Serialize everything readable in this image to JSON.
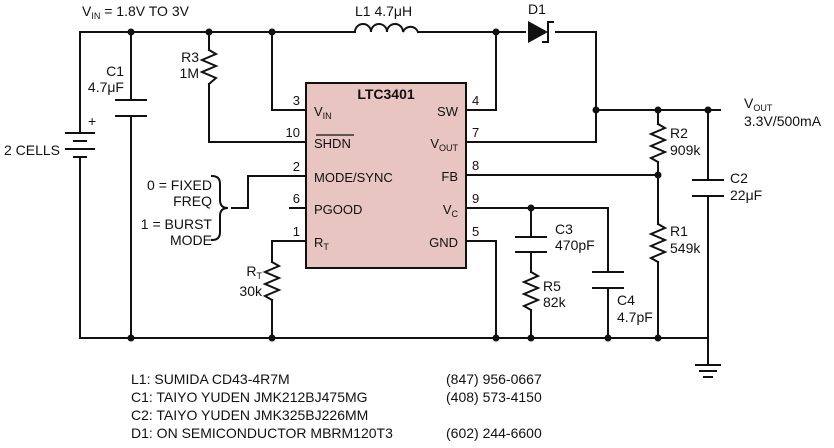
{
  "supply": {
    "vin_main": "V",
    "vin_sub": "IN",
    "vin_rest": " = 1.8V TO 3V"
  },
  "battery": {
    "label": "2 CELLS",
    "plus": "+"
  },
  "c1": {
    "name": "C1",
    "value": "4.7μF"
  },
  "r3": {
    "name": "R3",
    "value": "1M"
  },
  "l1": {
    "label": "L1  4.7μH"
  },
  "d1": {
    "label": "D1"
  },
  "ic": {
    "name": "LTC3401",
    "pins_left": [
      {
        "num": "3",
        "main": "V",
        "sub": "IN"
      },
      {
        "num": "10",
        "main": "SHDN",
        "sub": ""
      },
      {
        "num": "2",
        "main": "MODE/SYNC",
        "sub": ""
      },
      {
        "num": "6",
        "main": "PGOOD",
        "sub": ""
      },
      {
        "num": "1",
        "main": "R",
        "sub": "T"
      }
    ],
    "pins_right": [
      {
        "num": "4",
        "main": "SW",
        "sub": ""
      },
      {
        "num": "7",
        "main": "V",
        "sub": "OUT"
      },
      {
        "num": "8",
        "main": "FB",
        "sub": ""
      },
      {
        "num": "9",
        "main": "V",
        "sub": "C"
      },
      {
        "num": "5",
        "main": "GND",
        "sub": ""
      }
    ]
  },
  "mode_note": [
    "0 = FIXED",
    "FREQ",
    "1 = BURST",
    "MODE"
  ],
  "rt": {
    "name_main": "R",
    "name_sub": "T",
    "value": "30k"
  },
  "c3": {
    "name": "C3",
    "value": "470pF"
  },
  "r5": {
    "name": "R5",
    "value": "82k"
  },
  "c4": {
    "name": "C4",
    "value": "4.7pF"
  },
  "r2": {
    "name": "R2",
    "value": "909k"
  },
  "r1": {
    "name": "R1",
    "value": "549k"
  },
  "c2": {
    "name": "C2",
    "value": "22μF"
  },
  "output": {
    "v_main": "V",
    "v_sub": "OUT",
    "spec": "3.3V/500mA"
  },
  "bom": [
    {
      "part": "L1: SUMIDA CD43-4R7M",
      "phone": "(847) 956-0667"
    },
    {
      "part": "C1: TAIYO YUDEN JMK212BJ475MG",
      "phone": "(408) 573-4150"
    },
    {
      "part": "C2: TAIYO YUDEN JMK325BJ226MM",
      "phone": ""
    },
    {
      "part": "D1: ON SEMICONDUCTOR MBRM120T3",
      "phone": "(602) 244-6600"
    }
  ]
}
